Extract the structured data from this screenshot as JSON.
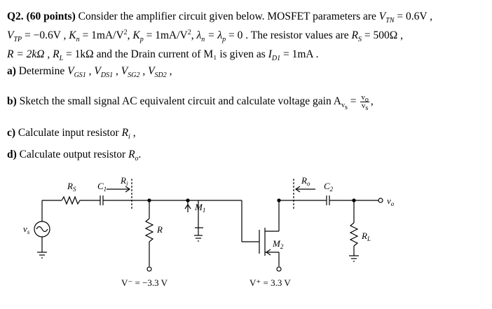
{
  "question": {
    "number": "Q2.",
    "points": "(60 points)",
    "intro": "Consider the amplifier circuit given below. MOSFET parameters are",
    "vtn": "V",
    "vtn_sub": "TN",
    "vtn_val": "= 0.6V ,",
    "vtp": "V",
    "vtp_sub": "TP",
    "vtp_val": "= −0.6V ,",
    "kn": "K",
    "kn_sub": "n",
    "kn_val": "= 1mA/V",
    "kn_sup": "2",
    "kp": "K",
    "kp_sub": "p",
    "kp_val": "= 1mA/V",
    "kp_sup": "2",
    "lambda": "λ",
    "lambda_n_sub": "n",
    "lambda_eq": "= λ",
    "lambda_p_sub": "p",
    "lambda_val": "= 0 .",
    "resistor_intro": "The resistor values are",
    "rs": "R",
    "rs_sub": "S",
    "rs_val": "= 500Ω ,",
    "r_line": "R = 2kΩ , R",
    "rl_sub": "L",
    "rl_val": "= 1kΩ",
    "drain_text": "and the Drain current of M₁ is given as",
    "id": "I",
    "id_sub": "D1",
    "id_val": "= 1mA ."
  },
  "parts": {
    "a_label": "a)",
    "a_text": "Determine",
    "a_vars": "V",
    "a_vgs1_sub": "GS1",
    "a_sep": " , ",
    "a_vds1_sub": "DS1",
    "a_vsg2_sub": "SG2",
    "a_vsd2_sub": "SD2",
    "a_tail": " ,",
    "b_label": "b)",
    "b_text": "Sketch the small signal AC equivalent circuit and calculate voltage gain",
    "b_av": "A",
    "b_av_sub": "v",
    "b_av_subsub": "s",
    "b_eq": "=",
    "b_num": "v",
    "b_num_sub": "o",
    "b_den": "v",
    "b_den_sub": "s",
    "b_tail": ",",
    "c_label": "c)",
    "c_text": "Calculate input resistor",
    "c_var": "R",
    "c_var_sub": "i",
    "c_tail": " ,",
    "d_label": "d)",
    "d_text": "Calculate output resistor",
    "d_var": "R",
    "d_var_sub": "o",
    "d_tail": "."
  },
  "circuit": {
    "rs_label": "R",
    "rs_sub": "S",
    "c1_label": "C",
    "c1_sub": "1",
    "ri_label": "R",
    "ri_sub": "i",
    "m1_label": "M",
    "m1_sub": "1",
    "r_label": "R",
    "ro_label": "R",
    "ro_sub": "o",
    "c2_label": "C",
    "c2_sub": "2",
    "vo_label": "v",
    "vo_sub": "o",
    "m2_label": "M",
    "m2_sub": "2",
    "rl_label": "R",
    "rl_sub": "L",
    "vs_label": "v",
    "vs_sub": "s",
    "vminus_label": "V⁻ = −3.3 V",
    "vplus_label": "V⁺ = 3.3 V"
  }
}
